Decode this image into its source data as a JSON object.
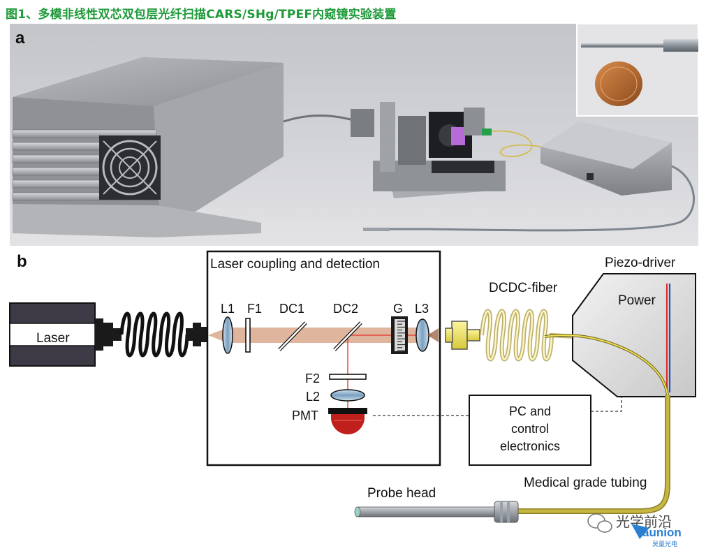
{
  "caption": "图1、多模非线性双芯双包层光纤扫描CARS/SHg/TPEF内窥镜实验装置",
  "panel_a": {
    "letter": "a"
  },
  "panel_b": {
    "letter": "b",
    "laser": "Laser",
    "box_title": "Laser coupling and detection",
    "components": {
      "l1": "L1",
      "f1": "F1",
      "dc1": "DC1",
      "dc2": "DC2",
      "g": "G",
      "l3": "L3",
      "f2": "F2",
      "l2": "L2",
      "pmt": "PMT"
    },
    "fiber_label": "DCDC-fiber",
    "piezo_label": "Piezo-driver",
    "power_label": "Power",
    "pc_label": [
      "PC and",
      "control",
      "electronics"
    ],
    "tubing_label": "Medical grade tubing",
    "probe_label": "Probe head"
  },
  "watermark": {
    "text": "光学前沿",
    "brand": "aunion",
    "brand_sub": "昊量光电"
  },
  "colors": {
    "caption": "#1f9a3a",
    "beam": "#d9a98c",
    "detect_line": "#e0302a",
    "fiber_yellow": "#e8d840",
    "tubing": "#b9a93a",
    "pmt": "#c0201c"
  }
}
